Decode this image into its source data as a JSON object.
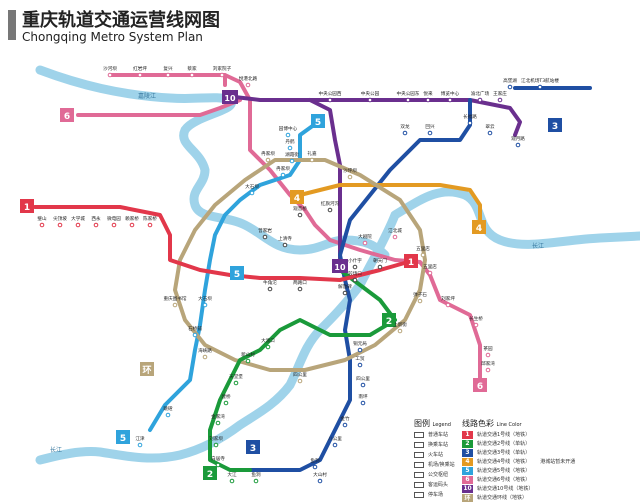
{
  "title": {
    "cn": "重庆轨道交通运营线网图",
    "en": "Chongqing Metro System Plan"
  },
  "rivers": {
    "yangtze_label": "长江",
    "jialing_label": "嘉陵江"
  },
  "lines": [
    {
      "id": "1",
      "color": "#e2374a"
    },
    {
      "id": "2",
      "color": "#1a9a3a"
    },
    {
      "id": "3",
      "color": "#1f4fa3"
    },
    {
      "id": "4",
      "color": "#e39a22"
    },
    {
      "id": "5",
      "color": "#2fa3dc"
    },
    {
      "id": "6",
      "color": "#e06a96"
    },
    {
      "id": "10",
      "color": "#6a2f8e"
    },
    {
      "id": "环",
      "color": "#b8a57a"
    }
  ],
  "stations": {
    "line6_north": [
      "沙河坝",
      "红岩坪",
      "复兴",
      "蔡家",
      "刘家院子",
      "悦港北路"
    ],
    "line1_west": [
      "璧山",
      "尖顶坡",
      "大学城",
      "西永",
      "微电园",
      "赖家桥",
      "陈家桥"
    ],
    "line10_north": [
      "中央公园西",
      "中央公园",
      "中央公园东",
      "悦来",
      "博览中心",
      "渝北广场",
      "王家庄"
    ],
    "line3_north": [
      "江北机场T3航站楼",
      "高堡湖",
      "观月路",
      "翠云",
      "长福路",
      "回兴",
      "双龙"
    ],
    "line5": [
      "园博中心",
      "丹鹤",
      "湖霞街",
      "冉家坝",
      "大石坝"
    ],
    "loop": [
      "冉家坝",
      "礼嘉",
      "沙坪坝",
      "重庆图书馆",
      "海峡路",
      "四公里",
      "上新街",
      "弹子石",
      "五里店"
    ],
    "center": [
      "小什字",
      "较场口",
      "朝天门",
      "解放碑",
      "两路口",
      "牛角沱",
      "观音桥",
      "红旗河沟",
      "上清寺",
      "曾家岩"
    ],
    "line3_south": [
      "铜元局",
      "工贸",
      "四公里",
      "南坪",
      "金竹",
      "八公里",
      "鱼洞",
      "大山村"
    ],
    "line2_south": [
      "大渡口",
      "新山村",
      "天堂堡",
      "建桥",
      "金家湾",
      "刘家坝",
      "白居寺",
      "大江",
      "鱼洞"
    ],
    "line5_south": [
      "大石坝",
      "石桥铺",
      "跳磴",
      "江津"
    ],
    "line6_east": [
      "大剧院",
      "江北城",
      "五里店",
      "刘家坪",
      "长生桥",
      "茶园",
      "邱家湾"
    ]
  },
  "legend": {
    "title": "图例",
    "title_en": "Legend",
    "colors_title": "线路色彩",
    "colors_title_en": "Line Color",
    "symbols": [
      "普通车站",
      "换乘车站",
      "火车站",
      "机场/换乘站",
      "公交枢纽",
      "客运码头",
      "停车场"
    ],
    "line_names": [
      {
        "chip": "1",
        "name": "轨道交通1号线（地铁）",
        "note": "",
        "color": "#e2374a"
      },
      {
        "chip": "2",
        "name": "轨道交通2号线（单轨）",
        "note": "",
        "color": "#1a9a3a"
      },
      {
        "chip": "3",
        "name": "轨道交通3号线（单轨）",
        "note": "",
        "color": "#1f4fa3"
      },
      {
        "chip": "4",
        "name": "轨道交通4号线（地铁）",
        "note": "港城站暂未开通",
        "color": "#e39a22"
      },
      {
        "chip": "5",
        "name": "轨道交通5号线（地铁）",
        "note": "",
        "color": "#2fa3dc"
      },
      {
        "chip": "6",
        "name": "轨道交通6号线（地铁）",
        "note": "",
        "color": "#e06a96"
      },
      {
        "chip": "10",
        "name": "轨道交通10号线（地铁）",
        "note": "",
        "color": "#6a2f8e"
      },
      {
        "chip": "环",
        "name": "轨道交通环线（地铁）",
        "note": "",
        "color": "#b8a57a"
      }
    ]
  }
}
